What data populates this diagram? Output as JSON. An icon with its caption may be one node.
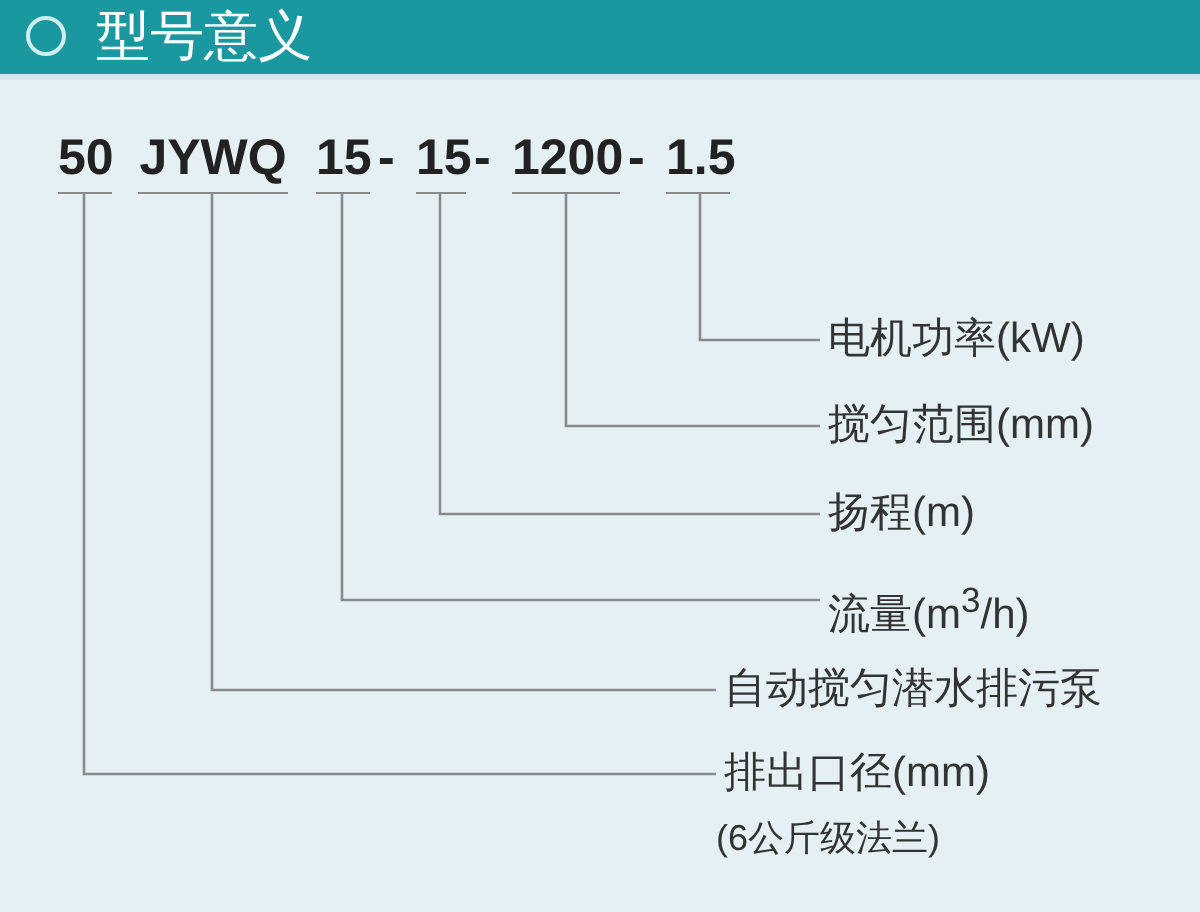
{
  "diagram": {
    "title": "型号意义",
    "nodes": [
      {
        "text": [
          "50"
        ]
      },
      {
        "text": [
          "JYWQ"
        ]
      },
      {
        "text": [
          "15"
        ]
      },
      {
        "text": [
          "15"
        ]
      },
      {
        "text": [
          "1200"
        ]
      },
      {
        "text": [
          "1.5"
        ]
      },
      {
        "text": [
          "电机功率(kW)"
        ]
      },
      {
        "text": [
          "搅匀范围(mm)"
        ]
      },
      {
        "text": [
          "扬程(m)"
        ]
      },
      {
        "text": [
          "流量(m$^{3}$/h)"
        ]
      },
      {
        "text": [
          "自动搅匀潜水排污泵"
        ]
      },
      {
        "text": [
          "排出口径(mm)"
        ],
        "beside": [
          "(6公斤级法兰)"
        ]
      }
    ],
    "edges": [
      {
        "from": 5,
        "to": 6,
        "arrow": "none"
      },
      {
        "from": 4,
        "to": 7,
        "arrow": "none"
      },
      {
        "from": 3,
        "to": 8,
        "arrow": "none"
      },
      {
        "from": 2,
        "to": 9,
        "arrow": "none"
      },
      {
        "from": 1,
        "to": 10,
        "arrow": "none"
      },
      {
        "from": 0,
        "to": 11,
        "arrow": "none"
      }
    ],
    "labels": [
      "-",
      "-",
      "-"
    ]
  }
}
